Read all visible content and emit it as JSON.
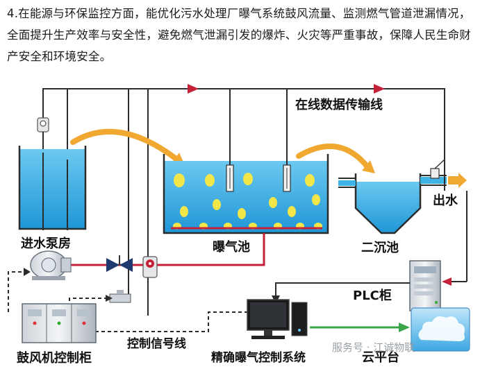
{
  "intro_text": "4.在能源与环保监控方面，能优化污水处理厂曝气系统鼓风流量、监测燃气管道泄漏情况，全面提升生产效率与安全性，避免燃气泄漏引发的爆炸、火灾等严重事故，保障人民生命财产安全和环境安全。",
  "labels": {
    "data_line": "在线数据传输线",
    "inlet_pump": "进水泵房",
    "aeration_tank": "曝气池",
    "clarifier": "二沉池",
    "outlet": "出水",
    "plc_cabinet": "PLC柜",
    "blower_cabinet": "鼓风机控制柜",
    "signal_line": "控制信号线",
    "control_system": "精确曝气控制系统",
    "cloud": "云平台"
  },
  "watermark": "服务号 · 江诚物联",
  "colors": {
    "water": "#3fb3e6",
    "water_dark": "#1f8fd0",
    "bubble": "#f3e64a",
    "pipe_red": "#c4213a",
    "line_dark": "#2b2b2b",
    "arrow_orange": "#f0a830",
    "arrow_green": "#3aa64a",
    "arrow_red": "#c4213a"
  }
}
